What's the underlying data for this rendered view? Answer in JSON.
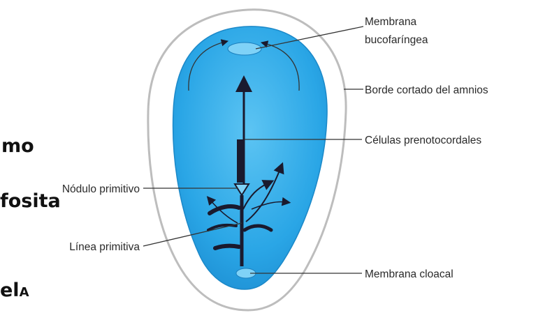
{
  "labels": {
    "membrana_line1": "Membrana",
    "membrana_line2": "bucofaríngea",
    "borde_cortado": "Borde cortado del amnios",
    "celulas_prenotocordales": "Células prenotocordales",
    "nodulo_primitivo": "Nódulo primitivo",
    "linea_primitiva": "Línea primitiva",
    "membrana_cloacal": "Membrana cloacal"
  },
  "background_text": {
    "line1": "mo",
    "line2": "fosita",
    "line3": "el",
    "line3_suffix": "A"
  },
  "colors": {
    "embryo_fill": "#2aa6e6",
    "embryo_light": "#6fcaf5",
    "amnion_stroke": "#bdbdbd",
    "arrow_color": "#1a1a2e"
  }
}
